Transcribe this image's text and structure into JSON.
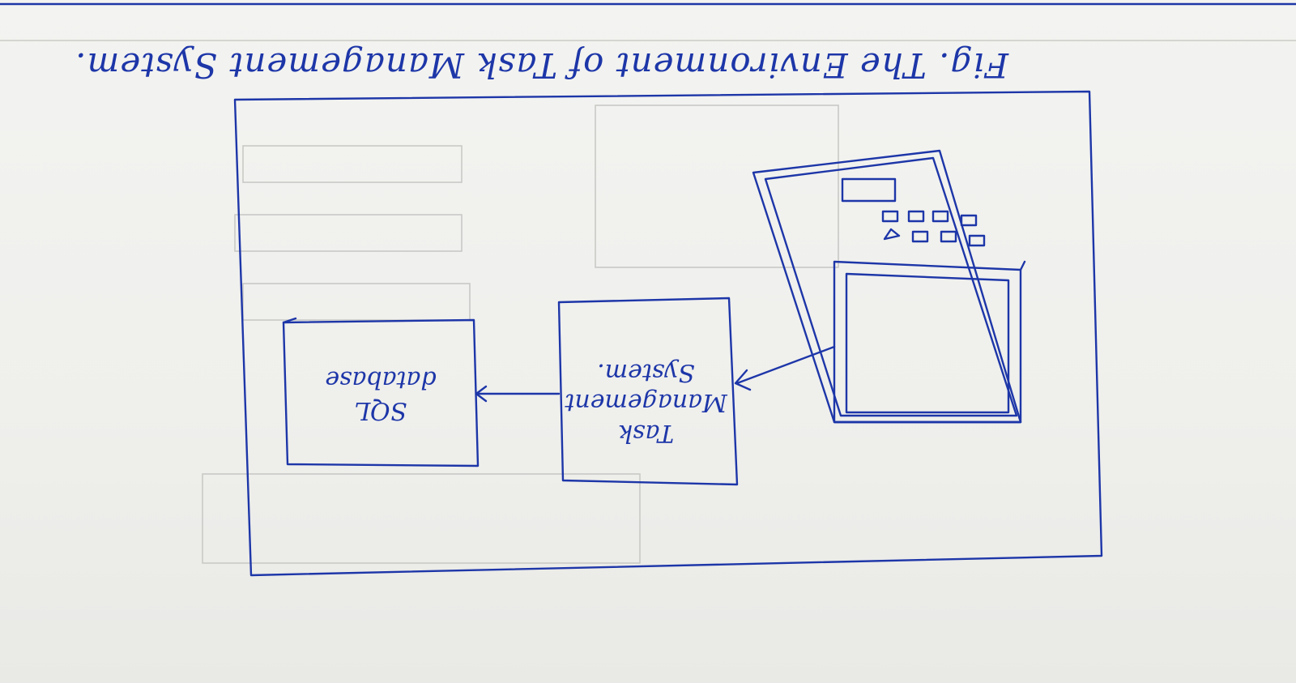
{
  "caption": "Fig. The Environment of Task Management System.",
  "tms_box": {
    "line1": "Task",
    "line2": "Management",
    "line3": "System."
  },
  "db_box": {
    "line1": "SQL",
    "line2": "database"
  },
  "colors": {
    "ink": "#1d36a8",
    "paper": "#eeeeea"
  },
  "icons": [
    "laptop-icon"
  ]
}
